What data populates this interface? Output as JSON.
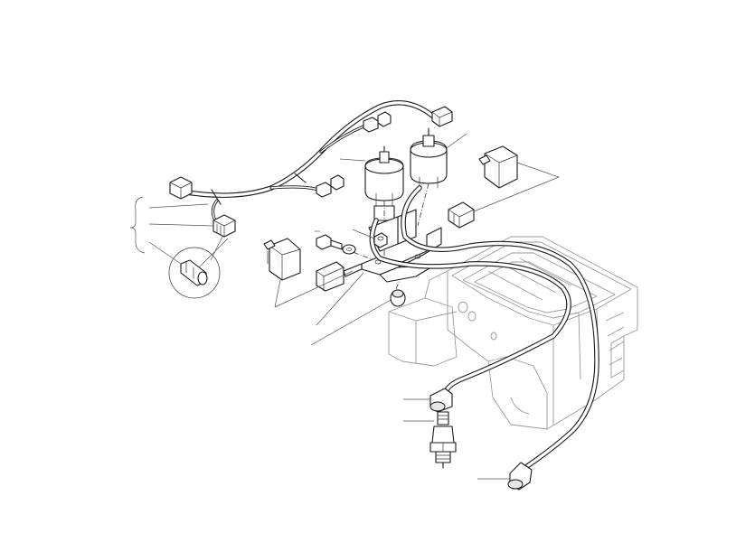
{
  "diagram": {
    "type": "exploded-parts-illustration",
    "parts": [
      "air-filter-housing",
      "wiring-harness",
      "harness-connectors",
      "harness-clip-detail",
      "ignition-coil-left",
      "ignition-coil-right",
      "coil-mounting-bracket",
      "bolt",
      "washer",
      "nut",
      "rubber-grommet",
      "rubber-cap",
      "connector-cover-left",
      "connector-cover-right",
      "high-tension-lead-left",
      "high-tension-lead-right",
      "spark-plug-cap-left",
      "spark-plug-cap-right",
      "spark-plug"
    ],
    "callout_labels": []
  }
}
